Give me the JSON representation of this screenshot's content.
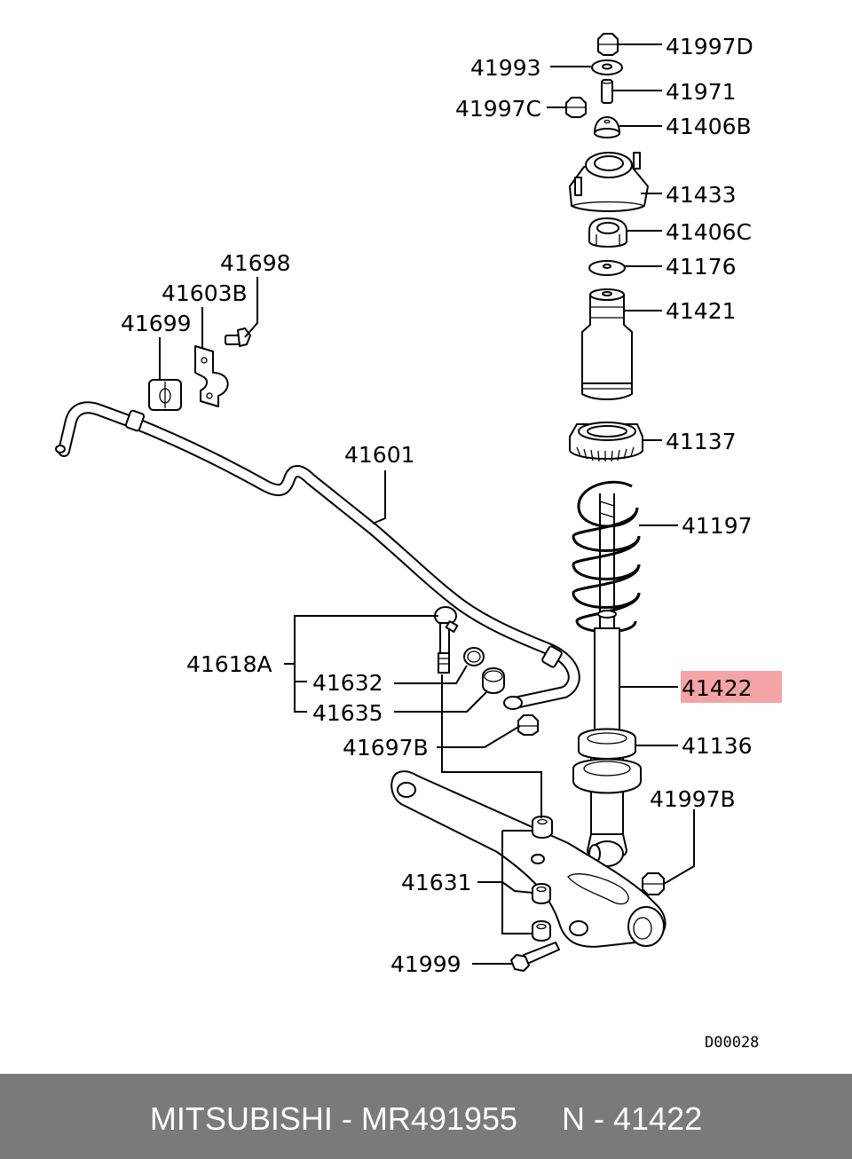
{
  "labels": {
    "p41997D": "41997D",
    "p41993": "41993",
    "p41971": "41971",
    "p41997C": "41997C",
    "p41406B": "41406B",
    "p41433": "41433",
    "p41406C": "41406C",
    "p41176": "41176",
    "p41421": "41421",
    "p41137": "41137",
    "p41197": "41197",
    "p41422": "41422",
    "p41136": "41136",
    "p41997B": "41997B",
    "p41698": "41698",
    "p41603B": "41603B",
    "p41699": "41699",
    "p41601": "41601",
    "p41618A": "41618A",
    "p41632": "41632",
    "p41635": "41635",
    "p41697B": "41697B",
    "p41631": "41631",
    "p41999": "41999"
  },
  "diagram_code": "D00028",
  "highlight_color": "#f4a4a4",
  "footer": {
    "text": "MITSUBISHI - MR491955     N - 41422",
    "background": "#7a7a7a"
  }
}
